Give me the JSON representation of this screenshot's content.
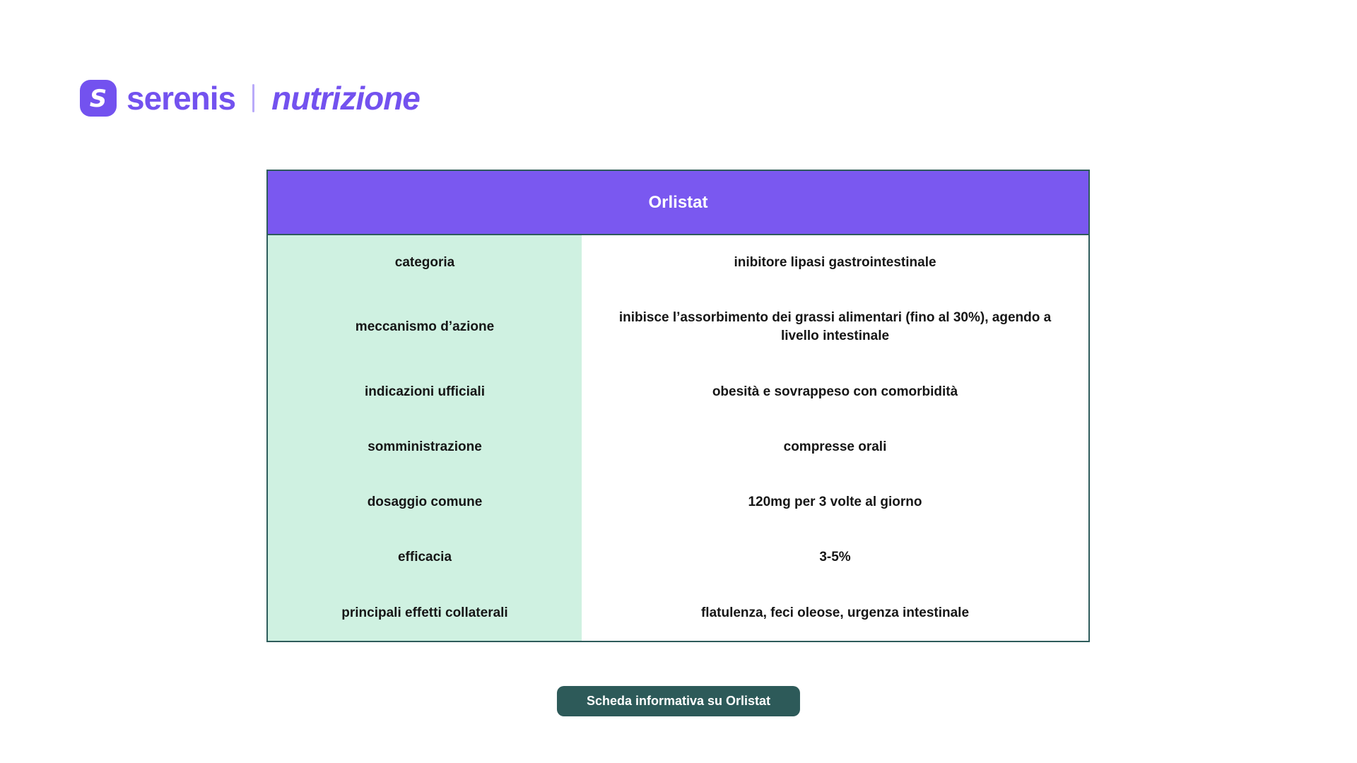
{
  "logo": {
    "brand": "serenis",
    "product": "nutrizione",
    "icon": "serenis-s-mark"
  },
  "table": {
    "title": "Orlistat",
    "rows": [
      {
        "label": "categoria",
        "value": "inibitore lipasi gastrointestinale"
      },
      {
        "label": "meccanismo d’azione",
        "value": "inibisce l’assorbimento dei grassi alimentari (fino al 30%), agendo a livello intestinale"
      },
      {
        "label": "indicazioni ufficiali",
        "value": "obesità e sovrappeso con comorbidità"
      },
      {
        "label": "somministrazione",
        "value": "compresse orali"
      },
      {
        "label": "dosaggio comune",
        "value": "120mg per 3 volte al giorno"
      },
      {
        "label": "efficacia",
        "value": "3-5%"
      },
      {
        "label": "principali effetti collaterali",
        "value": "flatulenza, feci oleose, urgenza intestinale"
      }
    ]
  },
  "button": {
    "label": "Scheda informativa su Orlistat"
  },
  "colors": {
    "brand_purple": "#7352EF",
    "header_purple": "#7A58F0",
    "mint_green": "#CFF1E1",
    "dark_teal": "#2D5A59",
    "border_teal": "#2E5C5B",
    "text": "#161616"
  }
}
